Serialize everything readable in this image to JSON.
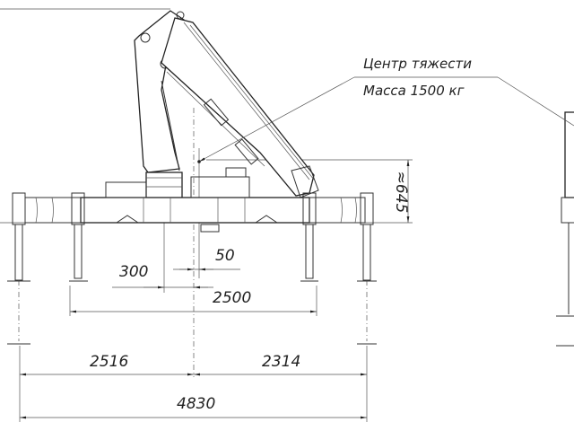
{
  "annotation": {
    "line1": "Центр тяжести",
    "line2": "Масса 1500 кг"
  },
  "dimensions": {
    "total_width": "4830",
    "left_span": "2516",
    "right_span": "2314",
    "inner_outriggers": "2500",
    "offset_300": "300",
    "offset_50": "50",
    "height": "≈645"
  },
  "colors": {
    "line": "#333333",
    "background": "#ffffff"
  }
}
